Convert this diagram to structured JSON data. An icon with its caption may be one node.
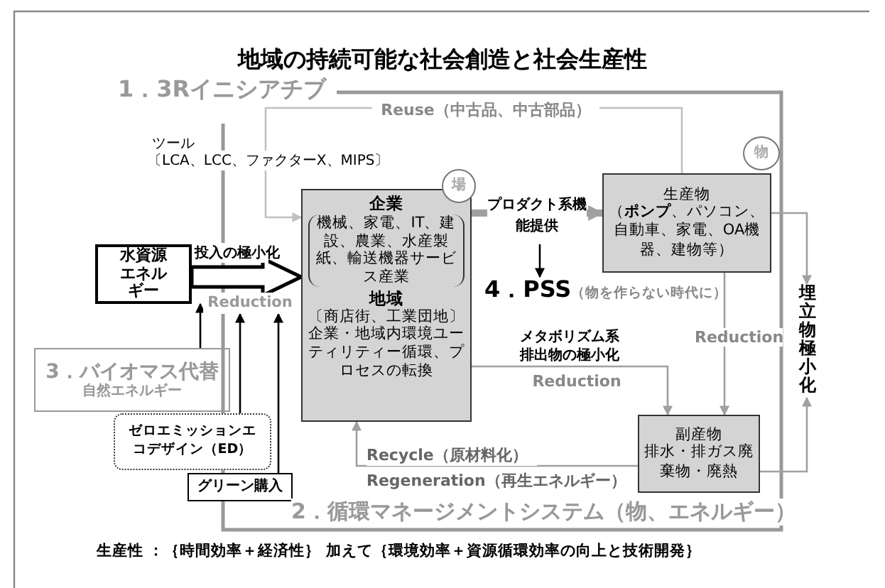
{
  "diagram": {
    "title": "地域の持続可能な社会創造と社会生産性",
    "nodes": [
      {
        "text": [
          "企業",
          "機械、家電、IT、建設、農業、水産製紙、輸送機器サービス産業",
          "地域",
          "〔商店街、工業団地〕企業・地域内環境ユーティリティー循環、プロセスの転換"
        ]
      },
      {
        "text": [
          "場"
        ]
      },
      {
        "text": [
          "生産物",
          "（**ポンプ**、パソコン、自動車、家電、OA機器、建物等）"
        ]
      },
      {
        "text": [
          "物"
        ]
      },
      {
        "text": [
          "4．PSS",
          "（物を作らない時代に）"
        ]
      },
      {
        "text": [
          "水資源エネルギー"
        ]
      },
      {
        "text": [
          "3．バイオマス代替",
          "自然エネルギー"
        ]
      },
      {
        "text": [
          "ゼロエミッションエコデザイン（ED）"
        ]
      },
      {
        "text": [
          "グリーン購入"
        ]
      },
      {
        "text": [
          "副産物",
          "排水・排ガス廃棄物・廃熱"
        ]
      },
      {
        "text": [
          "埋立物極小化"
        ]
      },
      {
        "text": [
          "Reduction"
        ]
      }
    ],
    "edges": [
      {
        "from": 5,
        "to": 0,
        "arrow": "to",
        "style": "thick",
        "color": "#000000",
        "label": "投入の極小化"
      },
      {
        "from": 0,
        "to": 2,
        "arrow": "to",
        "style": "thick",
        "label": "プロダクト系機能提供"
      },
      {
        "from": null,
        "to": 4,
        "arrow": "to",
        "color": "#000000"
      },
      {
        "from": 2,
        "to": 0,
        "arrow": "to",
        "color": "#c0c0c0",
        "label": "Reuse（中古品、中古部品）"
      },
      {
        "from": 6,
        "to": 5,
        "arrow": "to",
        "color": "#000000"
      },
      {
        "from": 7,
        "to": 11,
        "arrow": "to",
        "color": "#000000"
      },
      {
        "from": 8,
        "to": 11,
        "arrow": "to",
        "color": "#000000"
      },
      {
        "from": 0,
        "to": 9,
        "arrow": "to",
        "label": "メタボリズム系排出物の極小化"
      },
      {
        "from": 2,
        "to": 9,
        "arrow": "to",
        "label": "Reduction"
      },
      {
        "from": 9,
        "to": 0,
        "arrow": "to",
        "label": "Recycle（原材料化）"
      },
      {
        "from": 2,
        "to": 10,
        "arrow": "to"
      },
      {
        "from": 9,
        "to": 10,
        "arrow": "to"
      }
    ],
    "labels": [
      "1．3Rイニシアチブ",
      "ツール",
      "〔LCA、LCC、ファクターX、MIPS〕",
      "Reduction",
      "Regeneration（再生エネルギー）",
      "2．循環マネージメントシステム（物、エネルギー）",
      "生産性 ：｛時間効率＋経済性｝ 加えて｛環境効率＋資源循環効率の向上と技術開発｝"
    ]
  }
}
